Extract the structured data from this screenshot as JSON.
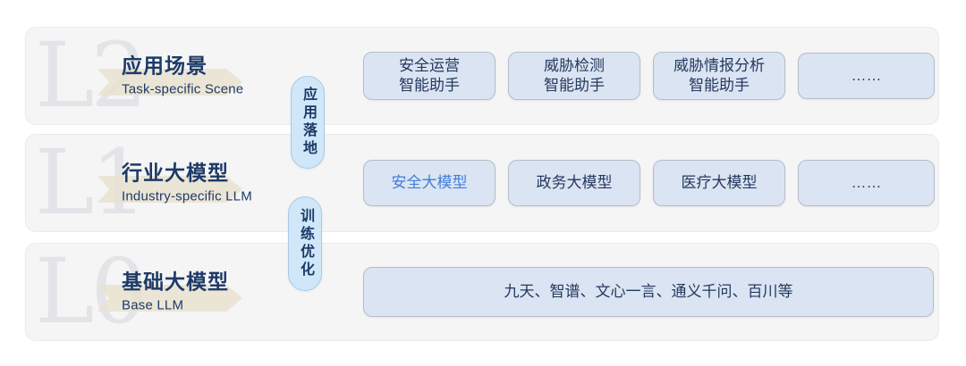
{
  "colors": {
    "panel_bg": "#f5f5f6",
    "panel_border": "#ebebee",
    "watermark": "#e4e4e8",
    "arrow": "#e9e1ce",
    "title_text": "#1e3a67",
    "box_bg": "#dbe4f2",
    "box_border": "#b7bdc9",
    "box_text": "#24395f",
    "highlight_text": "#3f7ed9",
    "pill_bg": "#cfe7f8",
    "pill_border": "#a9c9e4"
  },
  "connectors": [
    {
      "label": "应用落地"
    },
    {
      "label": "训练优化"
    }
  ],
  "layers": [
    {
      "level": "L2",
      "title": "应用场景",
      "subtitle": "Task-specific Scene",
      "items": [
        {
          "line1": "安全运营",
          "line2": "智能助手"
        },
        {
          "line1": "威胁检测",
          "line2": "智能助手"
        },
        {
          "line1": "威胁情报分析",
          "line2": "智能助手"
        },
        {
          "line1": "……"
        }
      ]
    },
    {
      "level": "L1",
      "title": "行业大模型",
      "subtitle": "Industry-specific LLM",
      "items": [
        {
          "line1": "安全大模型",
          "highlight": true
        },
        {
          "line1": "政务大模型"
        },
        {
          "line1": "医疗大模型"
        },
        {
          "line1": "……"
        }
      ]
    },
    {
      "level": "L0",
      "title": "基础大模型",
      "subtitle": "Base LLM",
      "items": [
        {
          "line1": "九天、智谱、文心一言、通义千问、百川等"
        }
      ]
    }
  ]
}
